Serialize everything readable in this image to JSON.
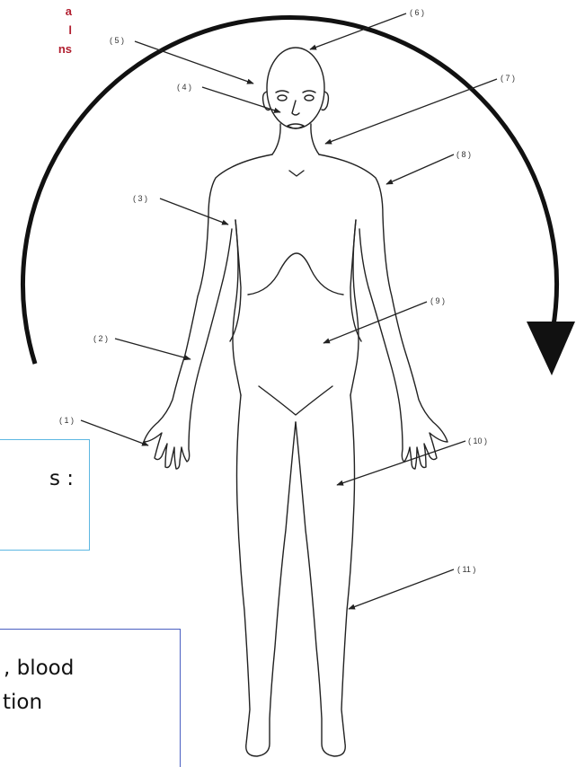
{
  "top_left_text": [
    "a",
    "l",
    "ns"
  ],
  "box1_text": "s :",
  "box2_lines": [
    ", blood",
    "tion"
  ],
  "labels": [
    "( 1 )",
    "( 2 )",
    "( 3 )",
    "( 4 )",
    "( 5 )",
    "( 6 )",
    "( 7 )",
    "( 8 )",
    "( 9 )",
    "( 10 )",
    "( 11 )"
  ],
  "colors": {
    "red_text": "#b11e2f",
    "box1_border": "#5cb7e2",
    "box2_border": "#4a5fc1",
    "ink": "#111111"
  }
}
